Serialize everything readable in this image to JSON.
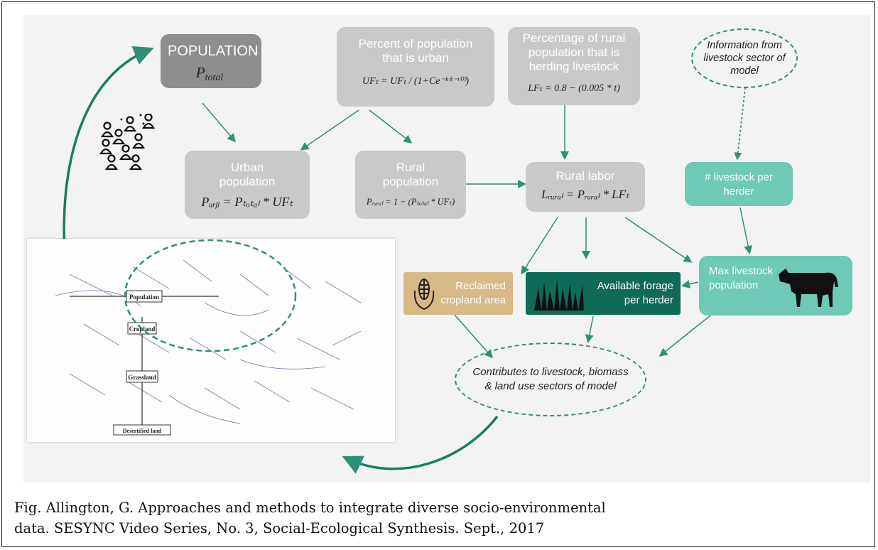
{
  "population": {
    "title": "POPULATION",
    "eq_main": "P",
    "eq_sub": "total"
  },
  "percent_urban": {
    "line1": "Percent of population",
    "line2": "that is urban",
    "eq": "UFₜ = UFₜ / (1+Ce⁻ᵏ⁽ᵗ⁻ᵗ⁰⁾)"
  },
  "percent_rural_herding": {
    "line1": "Percentage of rural",
    "line2": "population that is",
    "line3": "herding livestock",
    "eq": "LFₜ = 0.8 − (0.005 * t)"
  },
  "info_livestock": {
    "line1": "Information from",
    "line2": "livestock sector of",
    "line3": "model"
  },
  "urban_population": {
    "line1": "Urban",
    "line2": "population",
    "eq": "Pᵤᵣᵦ = Pₜₒₜₐₗ * UFₜ"
  },
  "rural_population": {
    "line1": "Rural",
    "line2": "population",
    "eq": "Pᵣᵤᵣₐₗ = 1 − (Pₜₒₜₐₗ * UFₜ)"
  },
  "rural_labor": {
    "title": "Rural labor",
    "eq": "Lᵣᵤᵣₐₗ = Pᵣᵤᵣₐₗ * LFₜ"
  },
  "livestock_per_herder": {
    "line1": "# livestock per",
    "line2": "herder"
  },
  "max_livestock": {
    "line1": "Max livestock",
    "line2": "population"
  },
  "available_forage": {
    "line1": "Available forage",
    "line2": "per herder"
  },
  "reclaimed_cropland": {
    "line1": "Reclaimed",
    "line2": "cropland area"
  },
  "contributes": {
    "line1": "Contributes to livestock, biomass",
    "line2": "& land use sectors of model"
  },
  "sd_model": {
    "population": "Population",
    "cropland": "Cropland",
    "grassland": "Grassland",
    "desertified": "Desertified land"
  },
  "caption": {
    "line1": "Fig.  Allington, G. Approaches and methods to integrate diverse socio-environmental",
    "line2": "data.  SESYNC Video Series, No. 3, Social-Ecological Synthesis. Sept., 2017"
  },
  "colors": {
    "grey_box": "#c9c9c9",
    "dark_grey_box": "#8e8e8e",
    "teal": "#6ec9b6",
    "dark_teal": "#0f6b58",
    "tan": "#d6b985",
    "arrow": "#2f8f78"
  }
}
